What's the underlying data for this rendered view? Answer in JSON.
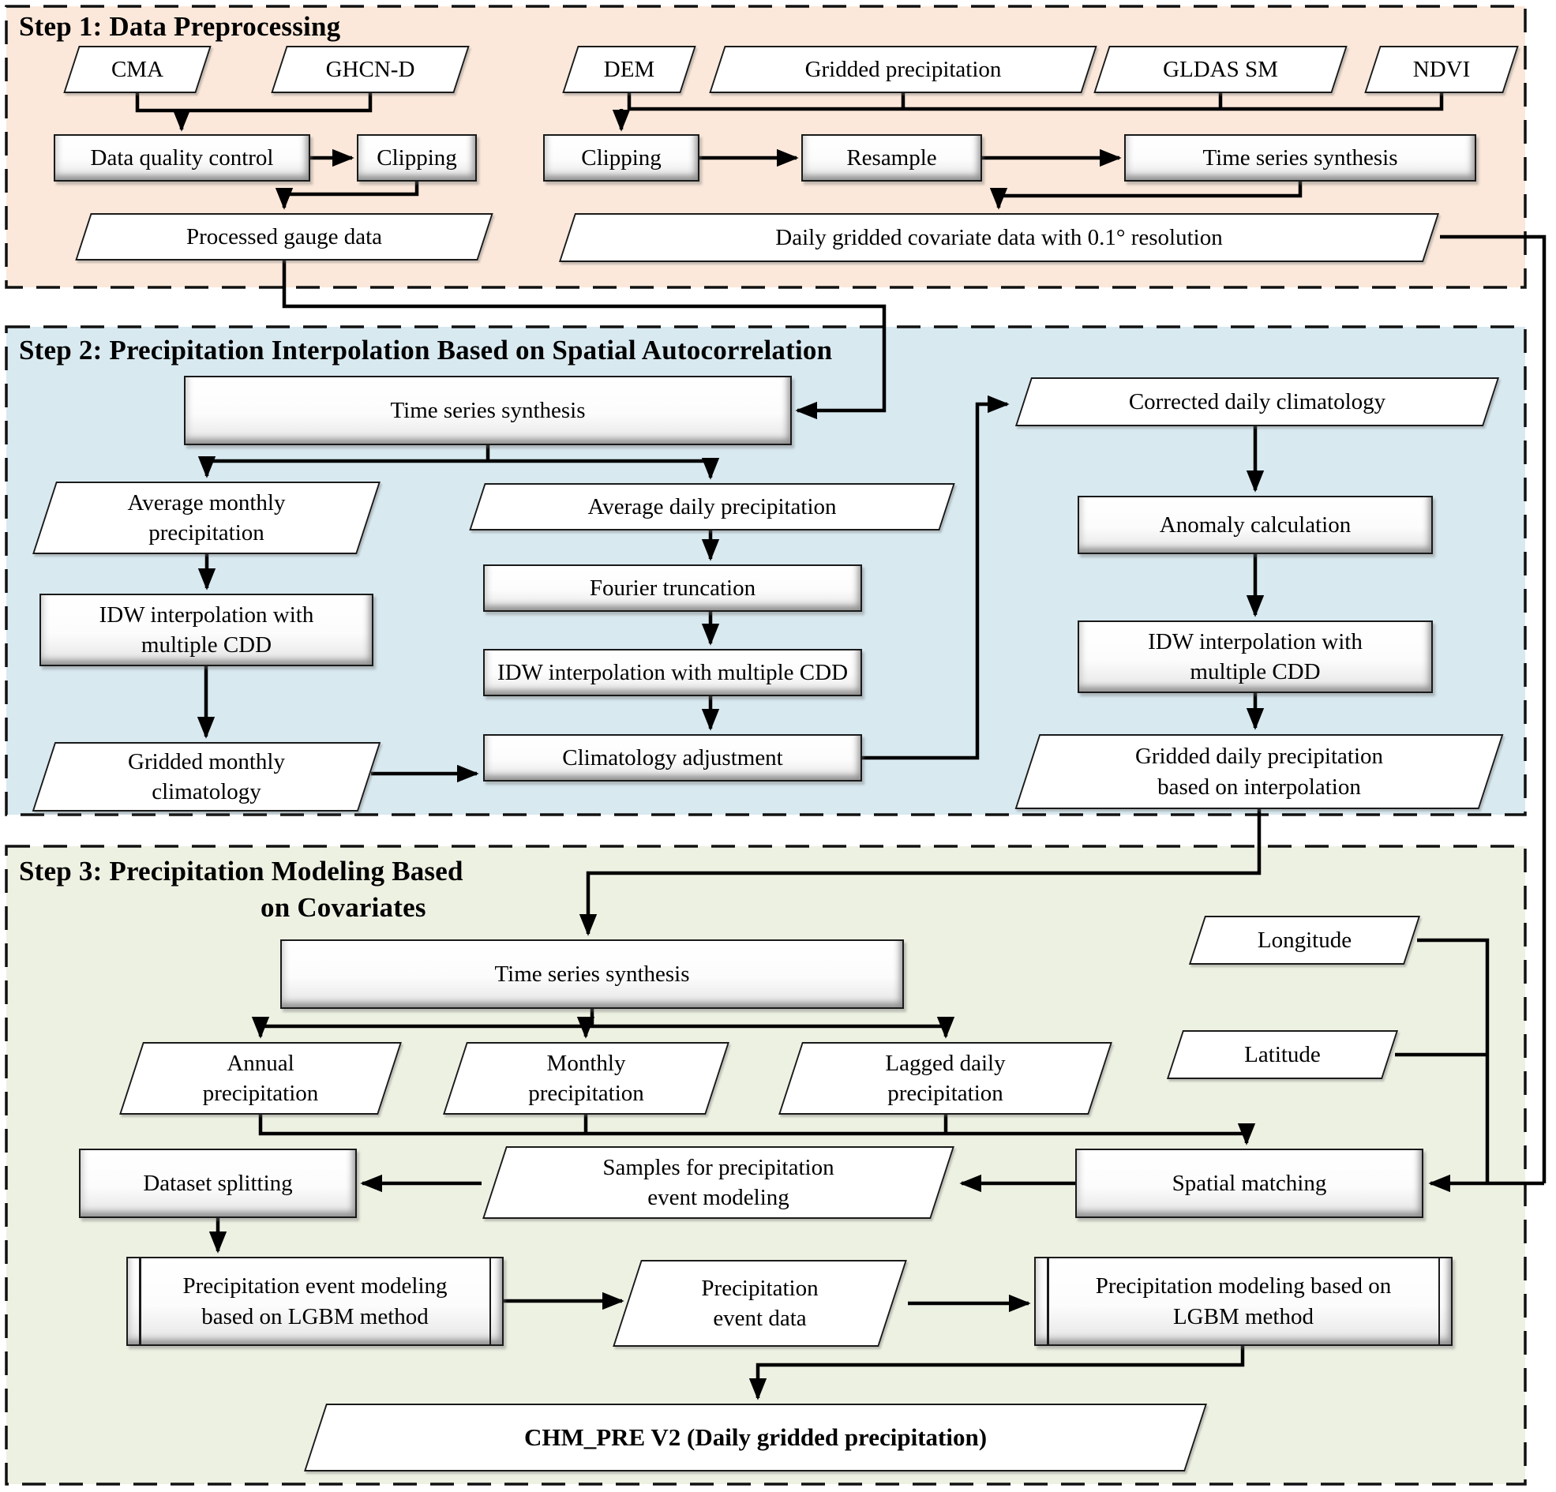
{
  "panels": {
    "step1": {
      "title": "Step 1: Data Preprocessing"
    },
    "step2": {
      "title": "Step 2: Precipitation Interpolation Based on Spatial Autocorrelation"
    },
    "step3": {
      "title_line1": "Step 3: Precipitation Modeling Based",
      "title_line2": "on  Covariates"
    }
  },
  "colors": {
    "step1_bg": "#fbe8da",
    "step2_bg": "#d8e9f0",
    "step3_bg": "#edf1e2",
    "node_fill": "#ffffff",
    "line": "#000000"
  },
  "nodes": {
    "cma": {
      "shape": "data",
      "lines": [
        "CMA"
      ]
    },
    "ghcnd": {
      "shape": "data",
      "lines": [
        "GHCN-D"
      ]
    },
    "dem": {
      "shape": "data",
      "lines": [
        "DEM"
      ]
    },
    "gridpcp": {
      "shape": "data",
      "lines": [
        "Gridded precipitation"
      ]
    },
    "gldas": {
      "shape": "data",
      "lines": [
        "GLDAS SM"
      ]
    },
    "ndvi": {
      "shape": "data",
      "lines": [
        "NDVI"
      ]
    },
    "dqc": {
      "shape": "process",
      "lines": [
        "Data quality control"
      ]
    },
    "clip1": {
      "shape": "process",
      "lines": [
        "Clipping"
      ]
    },
    "clip2": {
      "shape": "process",
      "lines": [
        "Clipping"
      ]
    },
    "resample": {
      "shape": "process",
      "lines": [
        "Resample"
      ]
    },
    "tss1": {
      "shape": "process",
      "lines": [
        "Time series synthesis"
      ]
    },
    "pgd": {
      "shape": "data",
      "lines": [
        "Processed gauge data"
      ]
    },
    "dgcd": {
      "shape": "data",
      "lines": [
        "Daily gridded covariate data with 0.1° resolution"
      ]
    },
    "tss2": {
      "shape": "process",
      "lines": [
        "Time series synthesis"
      ]
    },
    "avgm": {
      "shape": "data",
      "lines": [
        "Average monthly",
        "precipitation"
      ]
    },
    "avgd": {
      "shape": "data",
      "lines": [
        "Average daily precipitation"
      ]
    },
    "idwl": {
      "shape": "process",
      "lines": [
        "IDW interpolation with",
        "multiple CDD"
      ]
    },
    "gmc": {
      "shape": "data",
      "lines": [
        "Gridded monthly",
        "climatology"
      ]
    },
    "fourier": {
      "shape": "process",
      "lines": [
        "Fourier truncation"
      ]
    },
    "idwm": {
      "shape": "process",
      "lines": [
        "IDW interpolation with multiple CDD"
      ]
    },
    "climadj": {
      "shape": "process",
      "lines": [
        "Climatology adjustment"
      ]
    },
    "cdc": {
      "shape": "data",
      "lines": [
        "Corrected daily climatology"
      ]
    },
    "anom": {
      "shape": "process",
      "lines": [
        "Anomaly calculation"
      ]
    },
    "idwr": {
      "shape": "process",
      "lines": [
        "IDW interpolation with",
        "multiple CDD"
      ]
    },
    "gdpi": {
      "shape": "data",
      "lines": [
        "Gridded daily precipitation",
        "based on interpolation"
      ]
    },
    "tss3": {
      "shape": "process",
      "lines": [
        "Time series synthesis"
      ]
    },
    "longitude": {
      "shape": "data",
      "lines": [
        "Longitude"
      ]
    },
    "latitude": {
      "shape": "data",
      "lines": [
        "Latitude"
      ]
    },
    "annual": {
      "shape": "data",
      "lines": [
        "Annual",
        "precipitation"
      ]
    },
    "monthly": {
      "shape": "data",
      "lines": [
        "Monthly",
        "precipitation"
      ]
    },
    "lagged": {
      "shape": "data",
      "lines": [
        "Lagged daily",
        "precipitation"
      ]
    },
    "dsplit": {
      "shape": "process",
      "lines": [
        "Dataset splitting"
      ]
    },
    "samples": {
      "shape": "data",
      "lines": [
        "Samples for precipitation",
        "event modeling"
      ]
    },
    "spatial": {
      "shape": "process",
      "lines": [
        "Spatial matching"
      ]
    },
    "peml": {
      "shape": "predefined-process",
      "lines": [
        "Precipitation event modeling",
        "based on LGBM method"
      ]
    },
    "pevent": {
      "shape": "data",
      "lines": [
        "Precipitation",
        "event data"
      ]
    },
    "pmlgbm": {
      "shape": "predefined-process",
      "lines": [
        "Precipitation modeling based on",
        "LGBM method"
      ]
    },
    "chm": {
      "shape": "data",
      "lines": [
        "CHM_PRE V2 (Daily gridded precipitation)"
      ]
    }
  }
}
